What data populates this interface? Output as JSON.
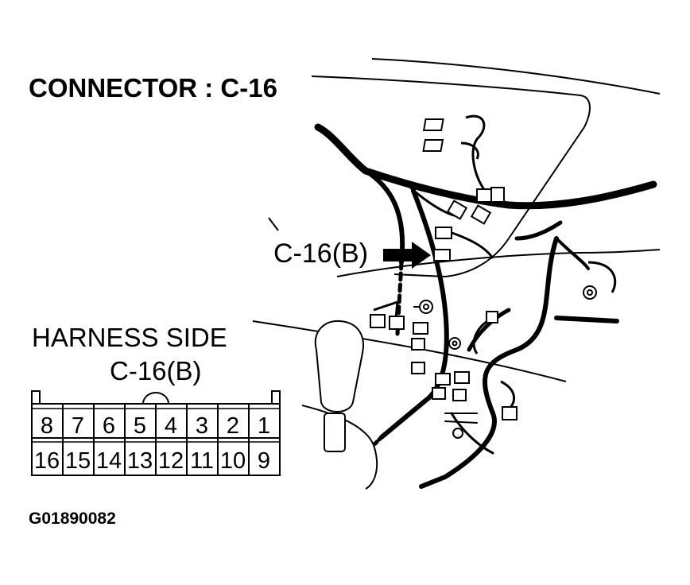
{
  "title": "CONNECTOR : C-16",
  "callout_label": "C-16(B)",
  "harness": {
    "label": "HARNESS SIDE",
    "connector_name": "C-16(B)",
    "top_row": [
      "8",
      "7",
      "6",
      "5",
      "4",
      "3",
      "2",
      "1"
    ],
    "bottom_row": [
      "16",
      "15",
      "14",
      "13",
      "12",
      "11",
      "10",
      "9"
    ]
  },
  "figure_id": "G01890082"
}
